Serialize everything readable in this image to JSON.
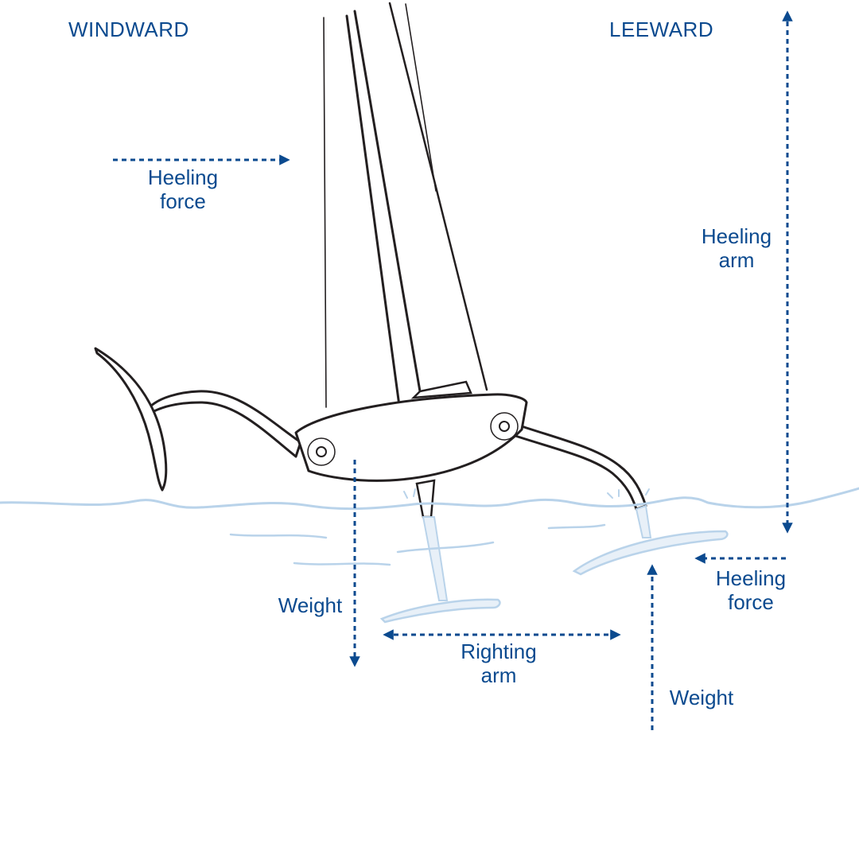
{
  "labels": {
    "windward": "WINDWARD",
    "leeward": "LEEWARD",
    "heeling_force_top": [
      "Heeling",
      "force"
    ],
    "heeling_arm": [
      "Heeling",
      "arm"
    ],
    "weight_left": "Weight",
    "righting_arm": [
      "Righting",
      "arm"
    ],
    "heeling_force_right": [
      "Heeling",
      "force"
    ],
    "weight_right": "Weight"
  },
  "colors": {
    "arrow": "#0b4a8f",
    "text": "#0b4a8f",
    "outline": "#231f20",
    "water": "#b9d3ea",
    "foil": "#cfe0f0"
  }
}
